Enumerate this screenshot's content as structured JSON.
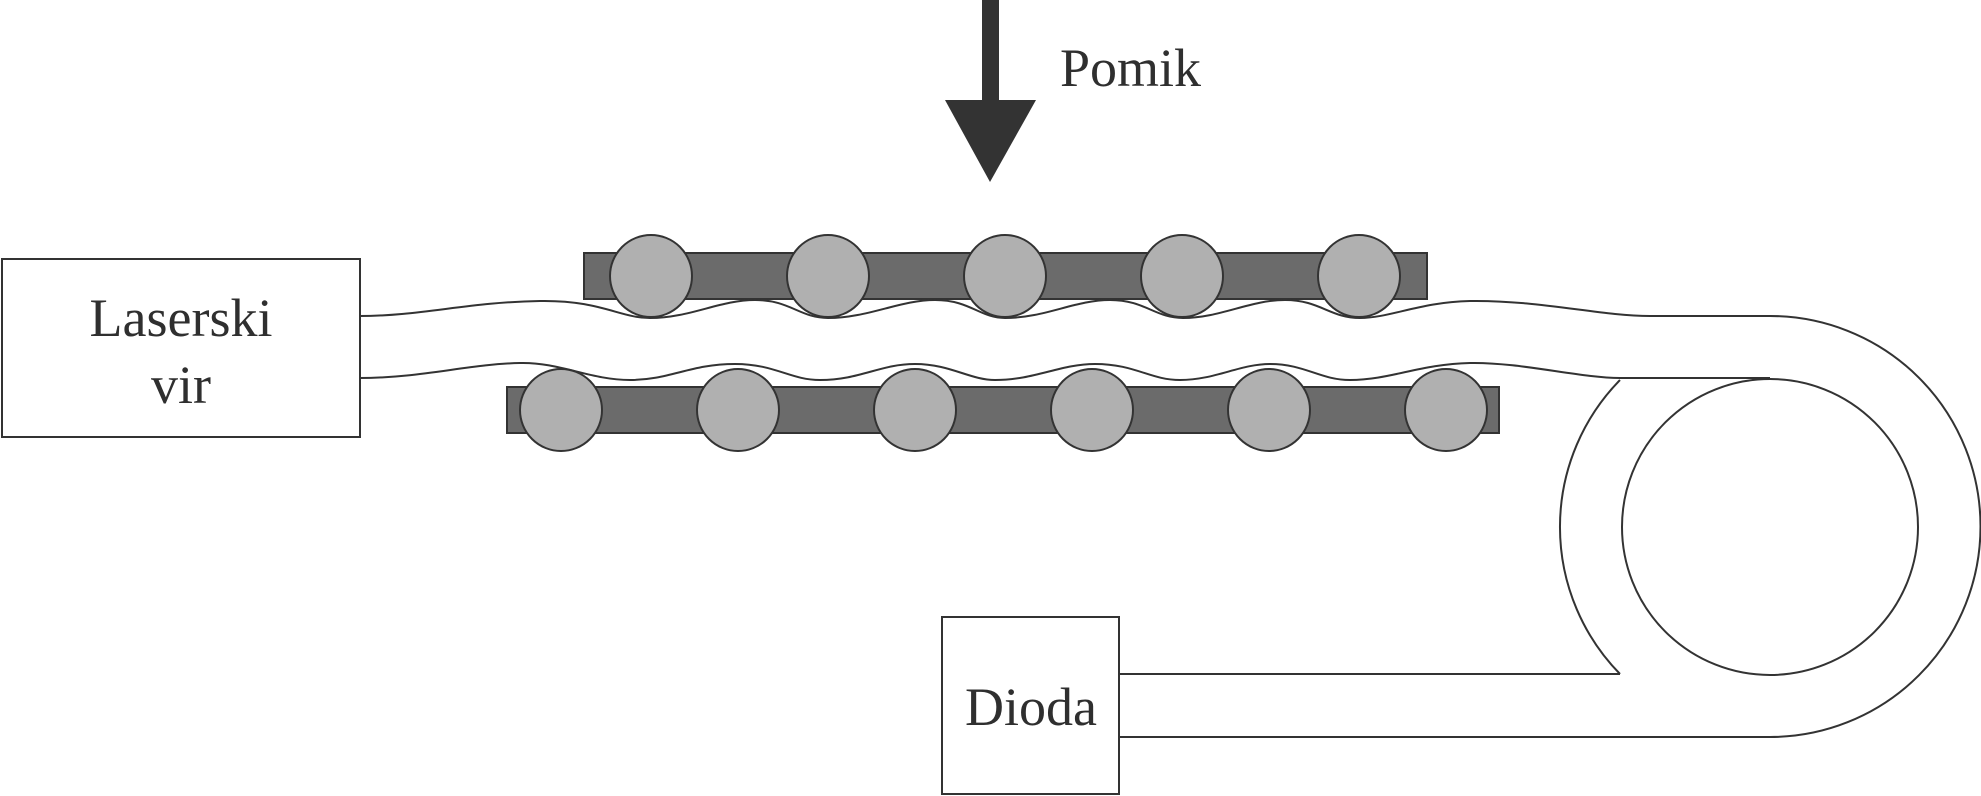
{
  "labels": {
    "displacement": "Pomik",
    "laser_source_line1": "Laserski",
    "laser_source_line2": "vir",
    "diode": "Dioda"
  },
  "colors": {
    "outline": "#333333",
    "plate": "#6b6b6b",
    "roller": "#b0b0b0",
    "arrow": "#333333",
    "background": "#ffffff"
  },
  "components": {
    "upper_plate_rollers": 5,
    "lower_plate_rollers": 6
  }
}
